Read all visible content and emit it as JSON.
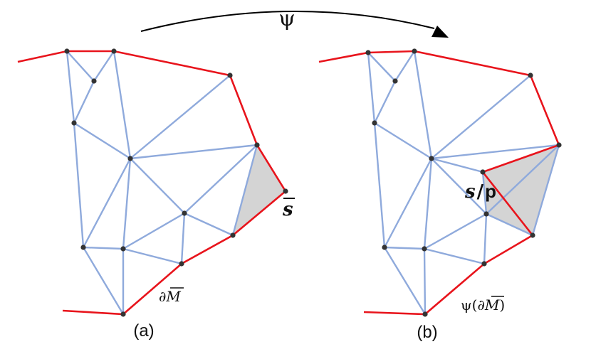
{
  "map_label": "ψ",
  "panel_a": {
    "caption": "(a)",
    "boundary_label_prefix": "∂",
    "boundary_label_M": "M",
    "vertex_label": "s"
  },
  "panel_b": {
    "caption": "(b)",
    "boundary_label_psi": "ψ(∂",
    "boundary_label_M": "M",
    "boundary_label_close": ")",
    "vertex_label_s": "s",
    "vertex_label_slash": "/",
    "vertex_label_p": "p"
  },
  "colors": {
    "mesh": "#8faadc",
    "boundary": "#e8141c",
    "vertex": "#333333",
    "shade": "#d4d4d4",
    "arrow": "#000000"
  }
}
